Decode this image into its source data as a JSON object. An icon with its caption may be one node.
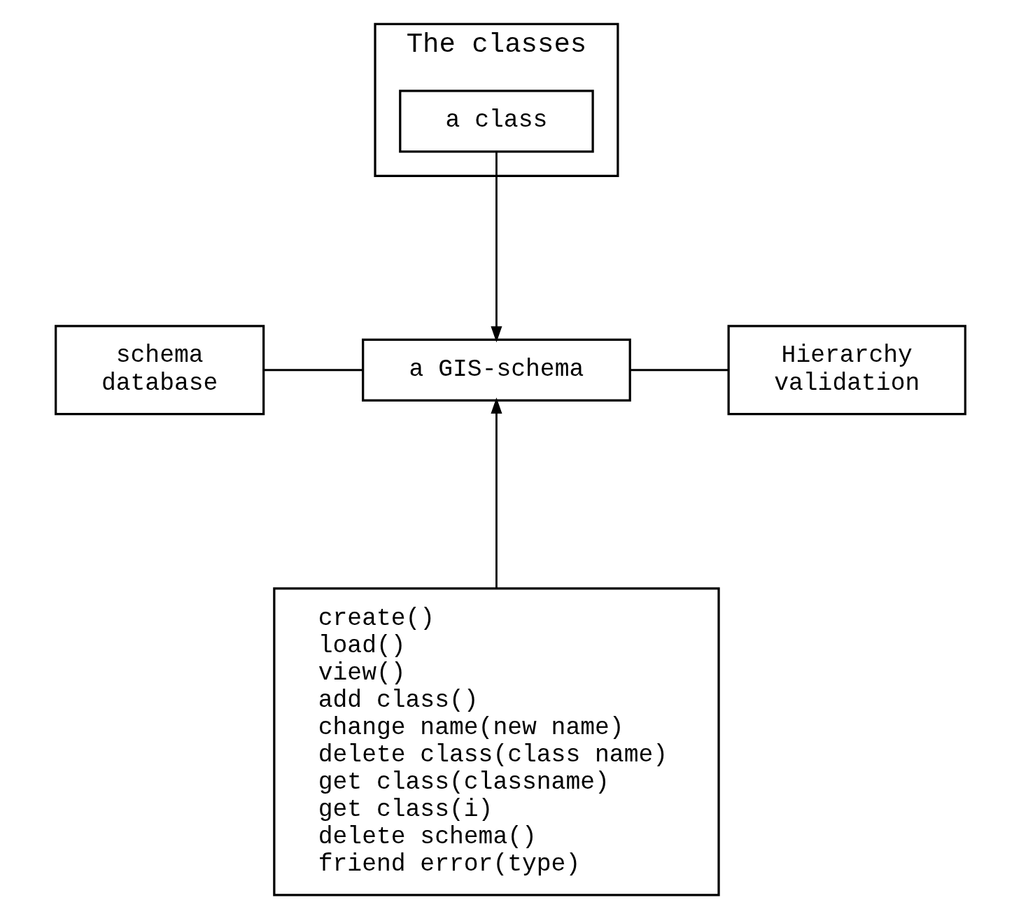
{
  "diagram": {
    "nodes": [
      {
        "text": [
          "The classes"
        ]
      },
      {
        "text": [
          "a class"
        ],
        "in": 0
      },
      {
        "text": [
          "schema database"
        ]
      },
      {
        "text": [
          "a GIS-schema"
        ]
      },
      {
        "text": [
          "Hierarchy validation"
        ]
      },
      {
        "text": [
          "create()",
          "load()",
          "view()",
          "add class()",
          "change name(new name)",
          "delete class(class name)",
          "get class(classname)",
          "get class(i)",
          "delete schema()",
          "friend error(type)"
        ]
      }
    ],
    "edges": [
      {
        "from": 1,
        "to": 3,
        "arrow": "to"
      },
      {
        "from": 2,
        "to": 3,
        "arrow": "none"
      },
      {
        "from": 3,
        "to": 4,
        "arrow": "none"
      },
      {
        "from": 5,
        "to": 3,
        "arrow": "to"
      }
    ]
  }
}
